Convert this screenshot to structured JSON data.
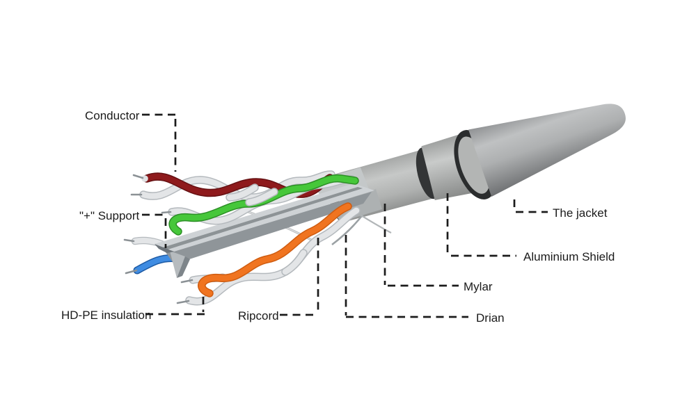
{
  "diagram": {
    "subject": "cutaway illustration of a twisted-pair network cable",
    "labels": {
      "conductor": "Conductor",
      "support": "\"+\" Support",
      "hdpe": "HD-PE insulation",
      "ripcord": "Ripcord",
      "drian": "Drian",
      "mylar": "Mylar",
      "aluminium_shield": "Aluminium Shield",
      "jacket": "The jacket"
    },
    "colors": {
      "background": "#ffffff",
      "label_text": "#1a1a1a",
      "leader_line": "#1b1b1b",
      "pair_maroon": "#8e1a1c",
      "pair_green": "#46c73a",
      "pair_orange": "#f07420",
      "wire_blue": "#3f8ce2",
      "wire_white": "#e3e5e7",
      "jacket_gray": "#aeb0b1",
      "shield_gray": "#c9cbca",
      "cut_ring_black": "#2b2d2e",
      "support_gray": "#ced2d5"
    }
  }
}
